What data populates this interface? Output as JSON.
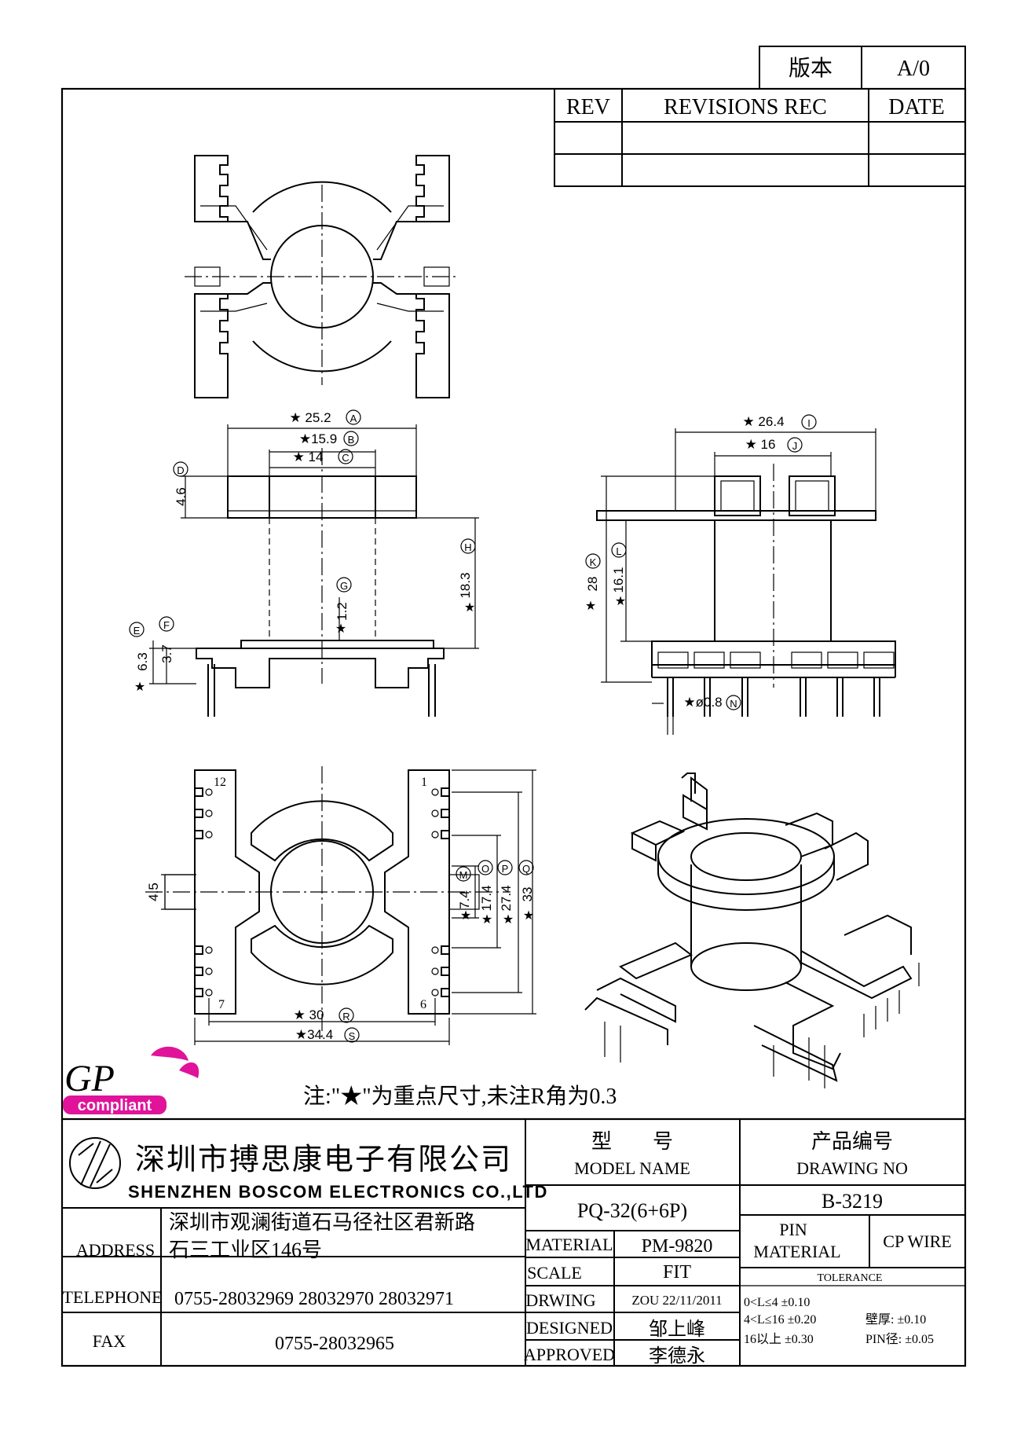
{
  "version_box": {
    "label": "版本",
    "value": "A/0"
  },
  "revision_table": {
    "headers": [
      "REV",
      "REVISIONS REC",
      "DATE"
    ]
  },
  "dimensions": {
    "A": "★ 25.2",
    "B": "★15.9",
    "C": "★ 14",
    "D": "4.6",
    "E": "6.3",
    "F": "3.7",
    "G": "1.2",
    "H": "18.3",
    "I": "★ 26.4",
    "J": "★ 16",
    "K": "28",
    "L": "16.1",
    "M": "7.4",
    "N": "★ø0.8",
    "O": "17.4",
    "P": "27.4",
    "Q": "33",
    "R": "★ 30",
    "S": "★34.4",
    "slot": "4.5"
  },
  "markers": {
    "A": "A",
    "B": "B",
    "C": "C",
    "D": "D",
    "E": "E",
    "F": "F",
    "G": "G",
    "H": "H",
    "I": "I",
    "J": "J",
    "K": "K",
    "L": "L",
    "M": "M",
    "N": "N",
    "O": "O",
    "P": "P",
    "Q": "Q",
    "R": "R",
    "S": "S"
  },
  "pin_labels": {
    "p12": "12",
    "p1": "1",
    "p7": "7",
    "p6": "6"
  },
  "logo": {
    "top": "GP",
    "bottom": "compliant",
    "color_pink": "#e0139a"
  },
  "note": "注:\"★\"为重点尺寸,未注R角为0.3",
  "company": {
    "cn": "深圳市搏思康电子有限公司",
    "en": "SHENZHEN BOSCOM ELECTRONICS CO.,LTD"
  },
  "model_name": {
    "cn": "型　　号",
    "en": "MODEL NAME",
    "value": "PQ-32(6+6P)"
  },
  "drawing_no": {
    "cn": "产品编号",
    "en": "DRAWING NO",
    "value": "B-3219"
  },
  "address": {
    "label": "ADDRESS",
    "line1": "深圳市观澜街道石马径社区君新路",
    "line2": "石三工业区146号"
  },
  "telephone": {
    "label": "TELEPHONE",
    "value": "0755-28032969 28032970 28032971"
  },
  "fax": {
    "label": "FAX",
    "value": "0755-28032965"
  },
  "material": {
    "label": "MATERIAL",
    "value": "PM-9820"
  },
  "scale": {
    "label": "SCALE",
    "value": "FIT"
  },
  "drwing": {
    "label": "DRWING",
    "value": "ZOU 22/11/2011"
  },
  "designed": {
    "label": "DESIGNED",
    "value": "邹上峰"
  },
  "approved": {
    "label": "APPROVED",
    "value": "李德永"
  },
  "pin_material": {
    "label1": "PIN",
    "label2": "MATERIAL",
    "value": "CP WIRE"
  },
  "tolerance": {
    "label": "TOLERANCE",
    "row1": "0<L≤4  ±0.10",
    "row2": "4<L≤16  ±0.20",
    "row3": "16以上      ±0.30",
    "wall": "壁厚:  ±0.10",
    "pin": "PIN径: ±0.05"
  }
}
